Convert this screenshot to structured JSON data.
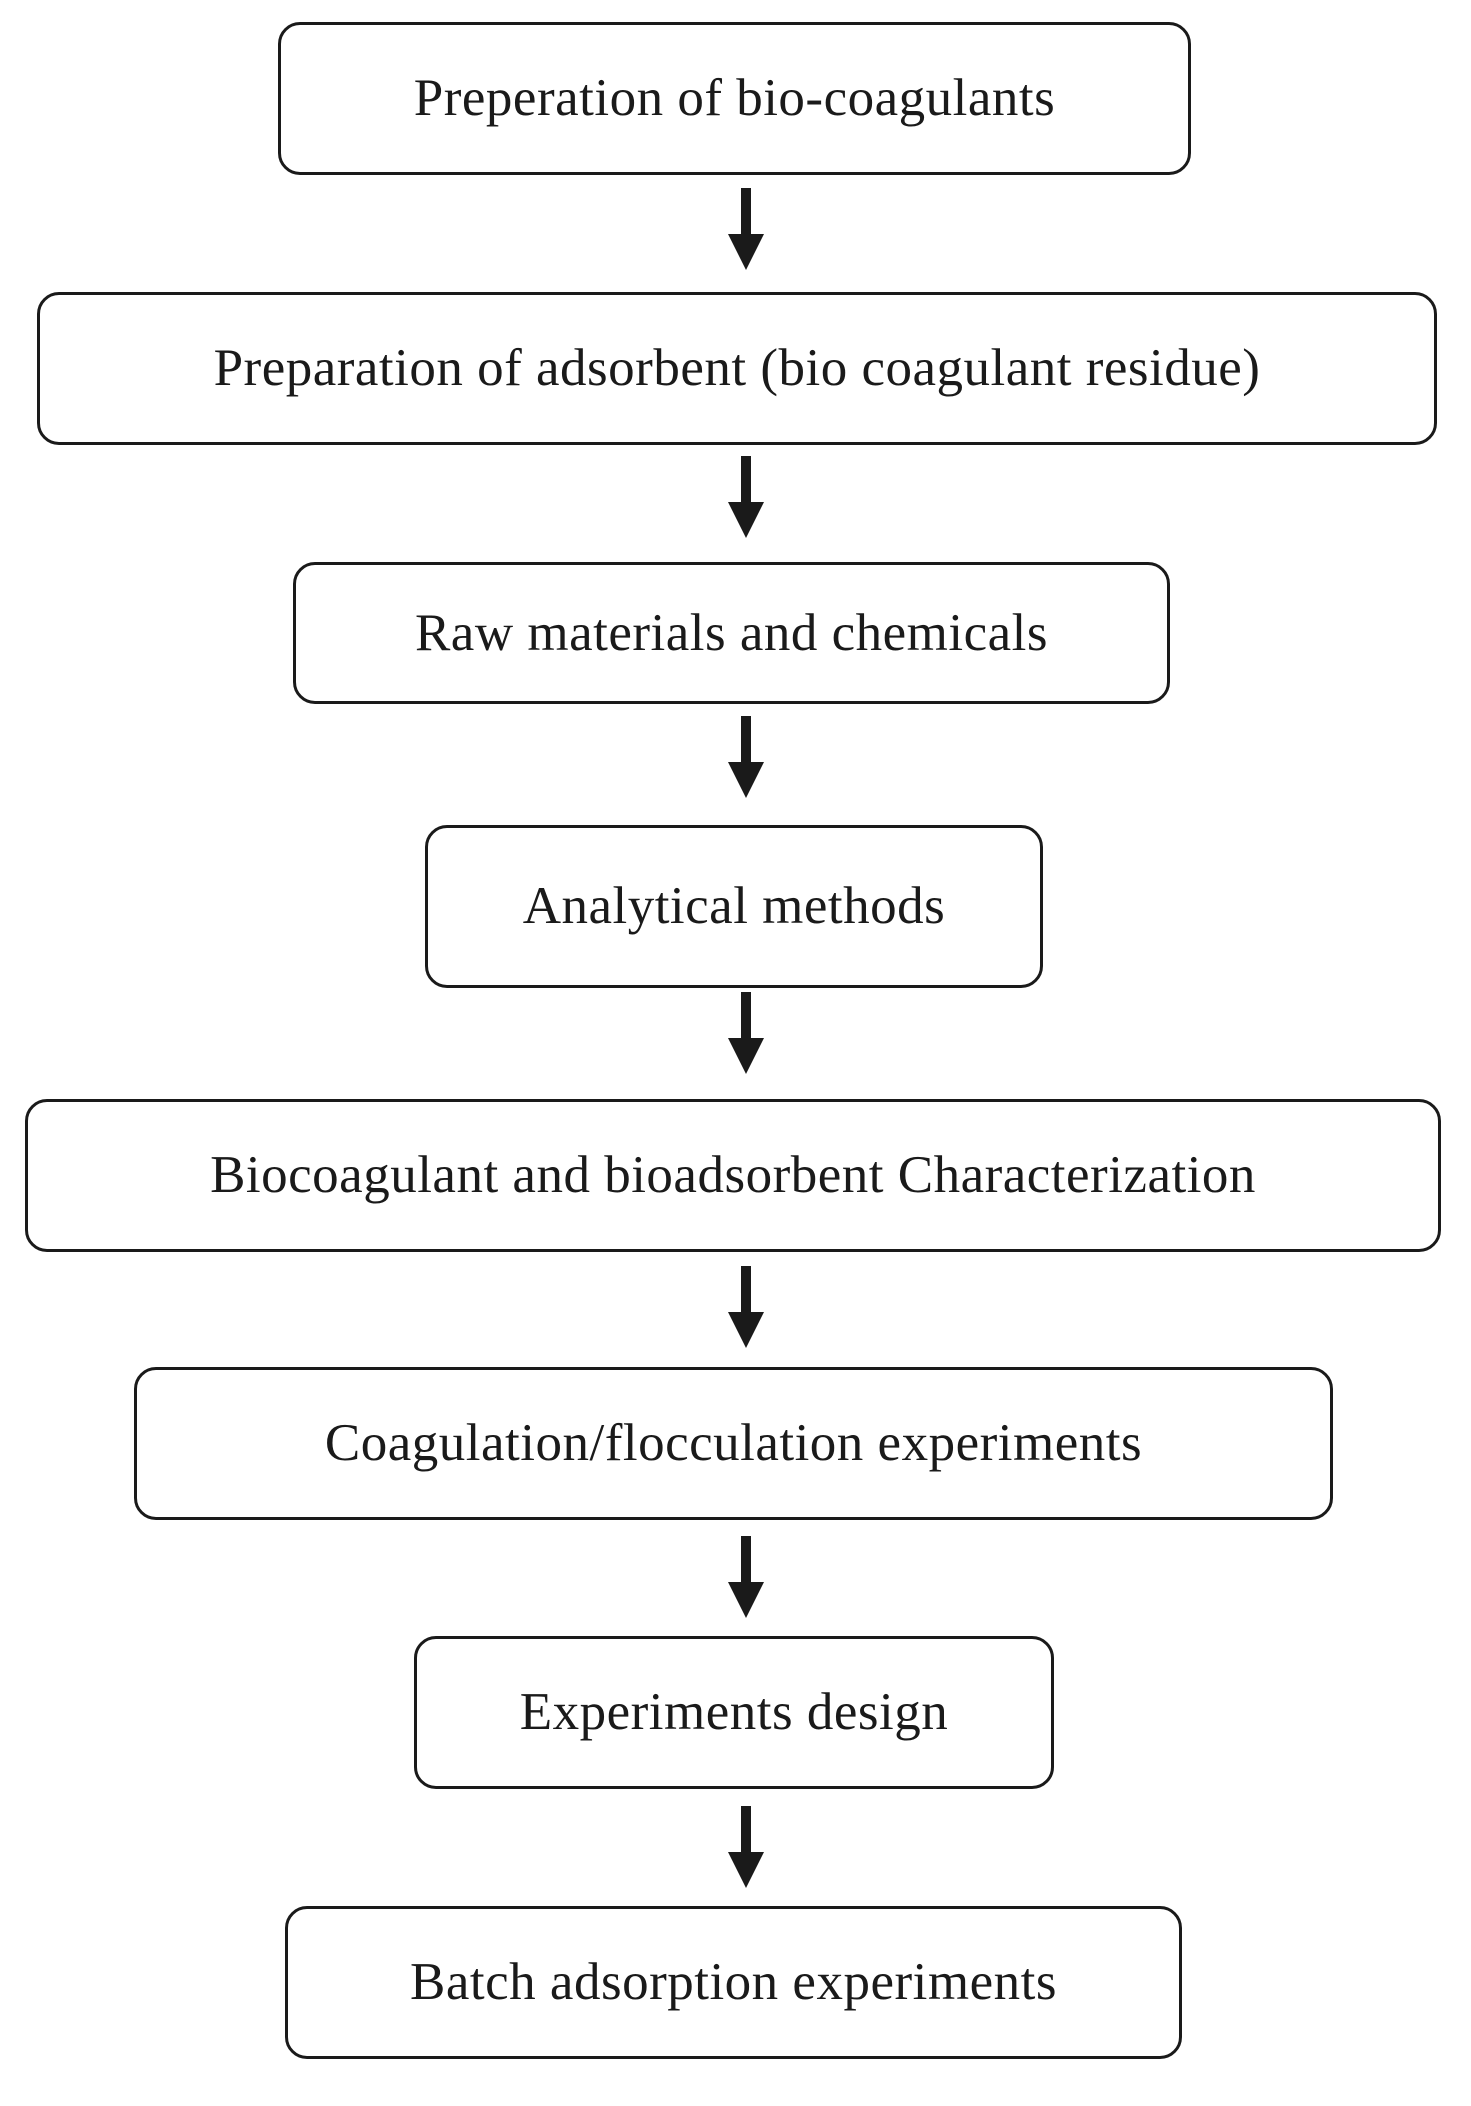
{
  "steps": [
    {
      "label": "Preperation of bio-coagulants"
    },
    {
      "label": "Preparation of adsorbent (bio coagulant residue)"
    },
    {
      "label": "Raw materials and chemicals"
    },
    {
      "label": "Analytical methods"
    },
    {
      "label": "Biocoagulant and bioadsorbent Characterization"
    },
    {
      "label": "Coagulation/flocculation experiments"
    },
    {
      "label": "Experiments design"
    },
    {
      "label": "Batch adsorption experiments"
    }
  ],
  "colors": {
    "stroke": "#1a1a1a",
    "background": "#ffffff"
  }
}
